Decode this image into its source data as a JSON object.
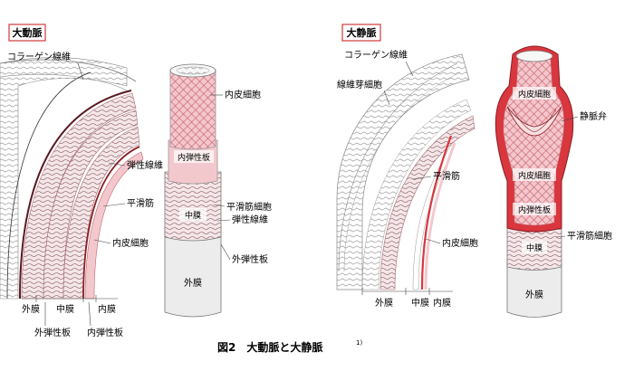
{
  "artery": {
    "title": "大動脈",
    "labels": {
      "collagen": "コラーゲン線維",
      "elastic_fiber": "弾性線維",
      "smooth_muscle": "平滑筋",
      "endothelial": "内皮細胞",
      "adventitia": "外膜",
      "media": "中膜",
      "intima": "内膜",
      "external_elastic": "外弾性板",
      "internal_elastic": "内弾性板"
    },
    "tube_labels": {
      "endothelial": "内皮細胞",
      "internal_elastic": "内弾性板",
      "media": "中膜",
      "smooth_muscle_cell": "平滑筋細胞",
      "elastic_fiber": "弾性線維",
      "external_elastic": "外弾性板",
      "adventitia": "外膜"
    }
  },
  "vein": {
    "title": "大静脈",
    "labels": {
      "collagen": "コラーゲン線維",
      "fibroblast": "線維芽細胞",
      "smooth_muscle": "平滑筋",
      "endothelial": "内皮細胞",
      "adventitia": "外膜",
      "media": "中膜",
      "intima": "内膜"
    },
    "tube_labels": {
      "endothelial": "内皮細胞",
      "valve": "静脈弁",
      "endothelial2": "内皮細胞",
      "internal_elastic": "内弾性板",
      "smooth_muscle_cell": "平滑筋細胞",
      "media": "中膜",
      "adventitia": "外膜"
    }
  },
  "caption": "図2　大動脈と大静脈",
  "caption_ref": "1)",
  "colors": {
    "title_border": "#d23a3a",
    "pink": "#f3c8cc",
    "red": "#d9363e",
    "dark_red": "#8a1e24",
    "gray": "#e8e8e8"
  }
}
